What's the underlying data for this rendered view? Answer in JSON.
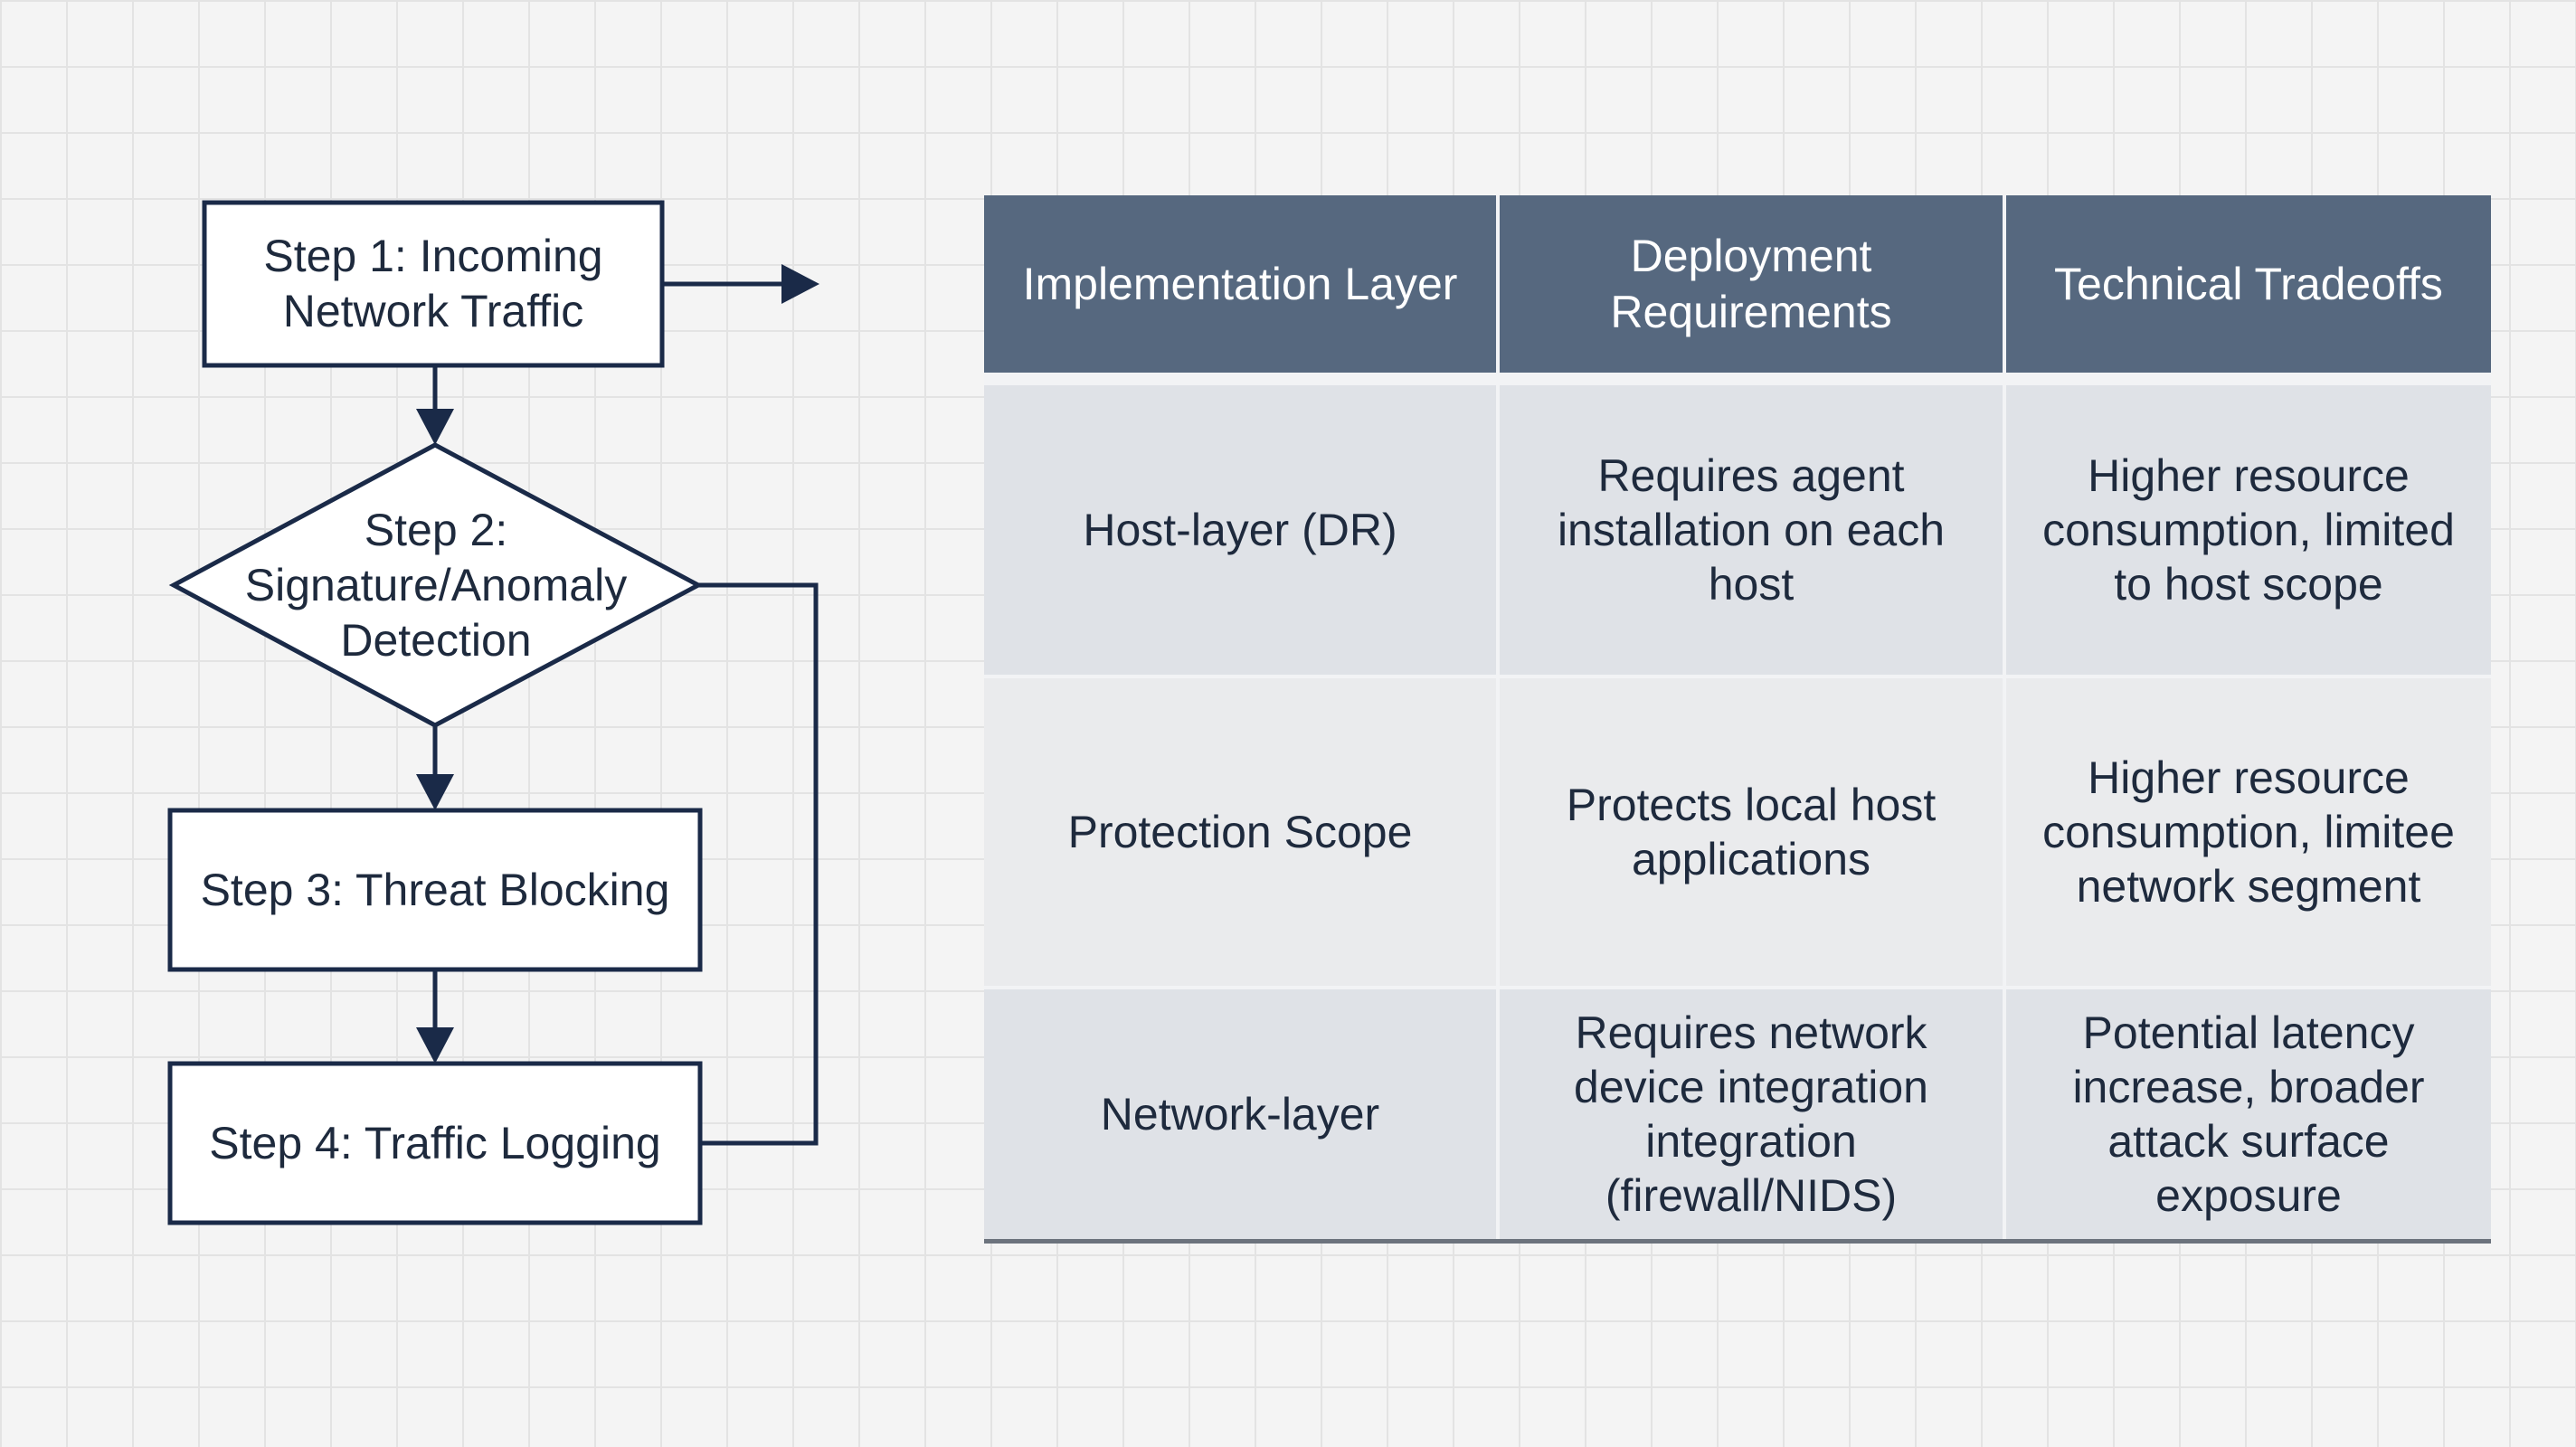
{
  "flowchart": {
    "steps": [
      {
        "label": "Step 1: Incoming\nNetwork Traffic"
      },
      {
        "label": "Step 2:\nSignature/Anomaly\nDetection"
      },
      {
        "label": "Step 3: Threat Blocking"
      },
      {
        "label": "Step 4: Traffic Logging"
      }
    ]
  },
  "table": {
    "headers": [
      "Implementation Layer",
      "Deployment Requirements",
      "Technical Tradeoffs"
    ],
    "rows": [
      [
        "Host-layer (DR)",
        "Requires agent installation on each host",
        "Higher resource consumption, limited to host scope"
      ],
      [
        "Protection Scope",
        "Protects local host applications",
        "Higher resource consumption, limitee network segment"
      ],
      [
        "Network-layer",
        "Requires network device integration integration (firewall/NIDS)",
        "Potential latency increase, broader attack surface exposure"
      ]
    ]
  },
  "colors": {
    "stroke": "#1a2a48",
    "header_bg": "#56687f",
    "row_shaded": "#dfe2e7",
    "row_light": "#eaebed"
  }
}
